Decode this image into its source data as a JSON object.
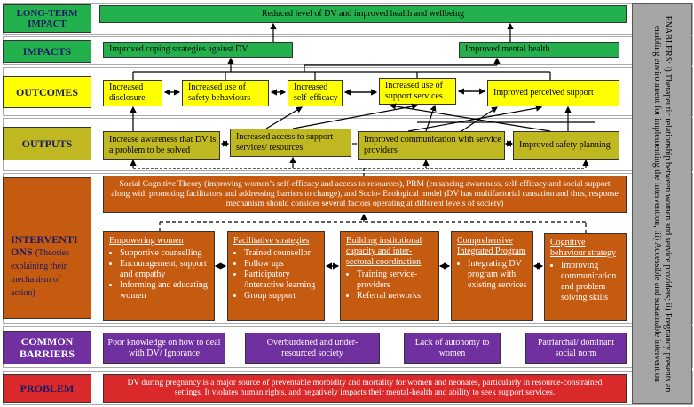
{
  "rows": {
    "long_term": "LONG-TERM IMPACT",
    "impacts": "IMPACTS",
    "outcomes": "OUTCOMES",
    "outputs": "OUTPUTS",
    "interventions": "INTERVENTI ONS",
    "interventions_note": "(Theories explaining their mechanism of action)",
    "barriers": "COMMON BARRIERS",
    "problem": "PROBLEM"
  },
  "long_term_impact": "Reduced level of DV and improved health and wellbeing",
  "impacts": [
    "Improved coping strategies against DV",
    "Improved mental health"
  ],
  "outcomes": [
    "Increased disclosure",
    "Increased use of safety behaviours",
    "Increased self-efficacy",
    "Increased use of support services",
    "Improved perceived support"
  ],
  "outputs": [
    "Increase awareness that DV is a problem to be solved",
    "Increased access to support services/ resources",
    "Improved communication with service providers",
    "Improved safety planning"
  ],
  "theory": "Social Cognitive Theory (improving women’s self-efficacy and access to resources), PRM (enhancing awareness, self-efficacy and social support along with promoting facilitators and addressing barriers to change), and Socio- Ecological model (DV has multifactorial causation and thus, response mechanism should consider several factors operating at different levels of society)",
  "interventions": [
    {
      "title": "Empowering women",
      "items": [
        "Supportive counselling",
        "Encouragement, support and empathy",
        "Informing and educating women"
      ]
    },
    {
      "title": "Facilitative strategies",
      "items": [
        "Trained counsellor",
        "Follow ups",
        "Participatory /interactive learning",
        "Group support"
      ]
    },
    {
      "title": "Building institutional capacity and inter-sectoral coordination",
      "items": [
        "Training service-providers",
        "Referral networks"
      ]
    },
    {
      "title": "Comprehensive Integrated Program",
      "items": [
        "Integrating DV program with existing services"
      ]
    },
    {
      "title": "Cognitive behaviour strategy",
      "items": [
        "Improving communication and problem solving skills"
      ]
    }
  ],
  "barriers": [
    "Poor knowledge on how to deal with DV/ Ignorance",
    "Overburdened and under-resourced society",
    "Lack of autonomy to women",
    "Patriarchal/ dominant social norm"
  ],
  "problem": "DV during pregnancy is a major source of preventable morbidity and mortality for women and neonates, particularly in resource-constrained settings. It violates human rights, and negatively impacts their mental-health and ability to seek support services.",
  "enablers": "ENABLERS: i) Therapeutic relationship between women and service providers; ii) Pregnancy presents an enabling environment for implementing the intervention; iii) Accessible and sustainable intervention",
  "colors": {
    "green": "#22b14c",
    "yellow": "#ffff00",
    "olive": "#c0b820",
    "orange": "#c55a11",
    "purple": "#7030a0",
    "red": "#d9292b",
    "grey": "#a6a6a6"
  }
}
